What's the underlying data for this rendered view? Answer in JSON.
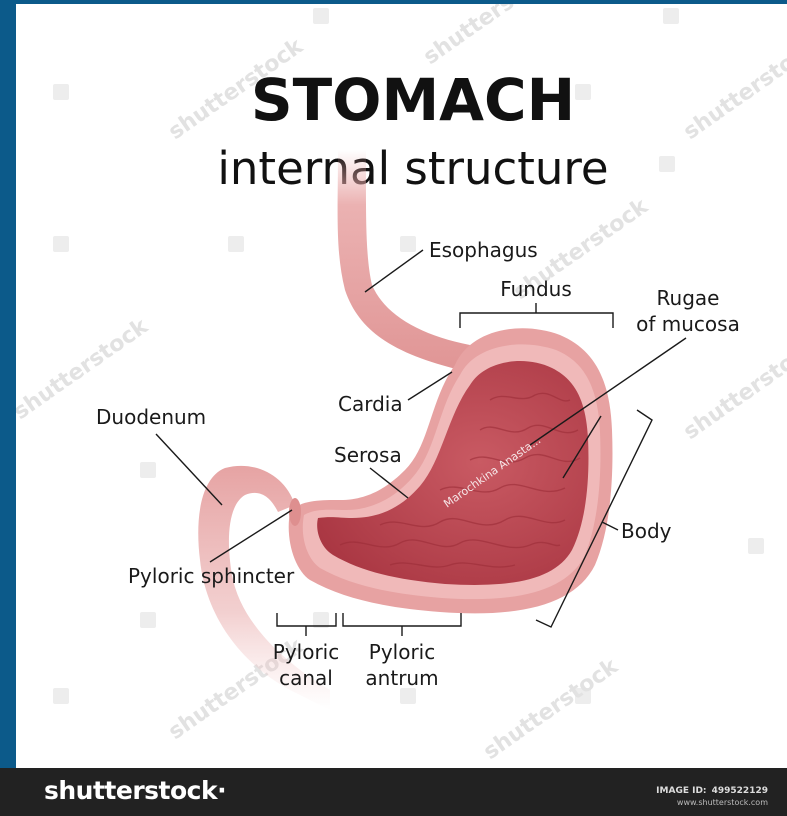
{
  "diagram": {
    "title": "STOMACH",
    "subtitle": "internal structure",
    "labels": {
      "esophagus": "Esophagus",
      "fundus": "Fundus",
      "rugae": [
        "Rugae",
        "of mucosa"
      ],
      "cardia": "Cardia",
      "duodenum": "Duodenum",
      "serosa": "Serosa",
      "body": "Body",
      "pyloric_sphincter": "Pyloric sphincter",
      "pyloric_canal": [
        "Pyloric",
        "canal"
      ],
      "pyloric_antrum": [
        "Pyloric",
        "antrum"
      ]
    },
    "watermark_text": [
      "shutterstock",
      "Marochkina Anasta..."
    ],
    "colors": {
      "stomach_outer": "#e7a2a2",
      "stomach_wall": "#f0b9b9",
      "stomach_cavity": "#bd4550",
      "mucosa_edge": "#f4c8c8",
      "label_text": "#1a1a1a",
      "frame_blue": "#0c5a8a",
      "footer_bg": "#222222"
    }
  },
  "footer": {
    "logo": "shutterstock·",
    "image_id_label": "IMAGE ID:",
    "image_id": "499522129",
    "url": "www.shutterstock.com"
  }
}
